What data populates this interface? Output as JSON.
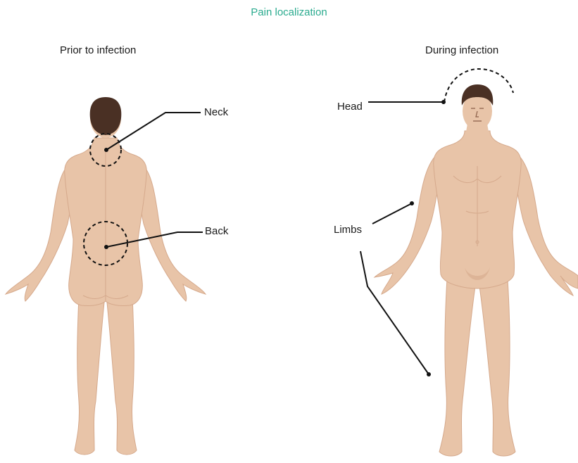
{
  "title": "Pain localization",
  "panels": {
    "prior": {
      "heading": "Prior to infection",
      "labels": [
        "Neck",
        "Back"
      ]
    },
    "during": {
      "heading": "During infection",
      "labels": [
        "Head",
        "Limbs"
      ]
    }
  },
  "colors": {
    "title": "#2bab8f",
    "skin": "#e8c4a8",
    "skin_shadow": "#d5a98c",
    "hair": "#4a3024",
    "line": "#111111"
  }
}
